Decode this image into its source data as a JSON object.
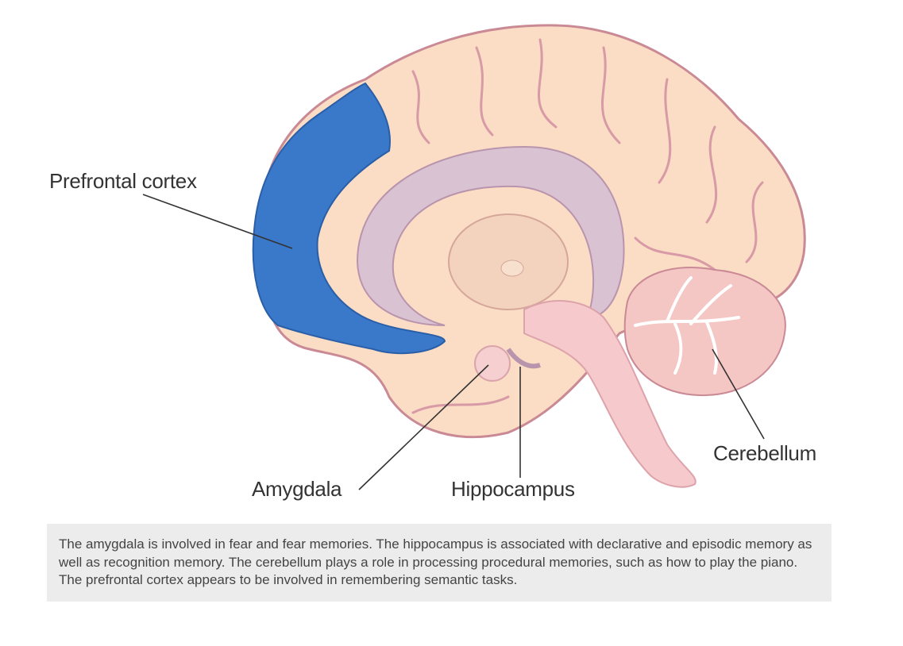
{
  "labels": {
    "prefrontal_cortex": "Prefrontal cortex",
    "amygdala": "Amygdala",
    "hippocampus": "Hippocampus",
    "cerebellum": "Cerebellum"
  },
  "caption": "The amygdala is involved in fear and fear memories. The hippocampus is associated with declarative and episodic memory as well as recognition memory. The cerebellum plays a role in processing procedural memories, such as how to play the piano. The prefrontal cortex appears to be involved in remembering semantic tasks.",
  "colors": {
    "cortex": "#fbdcc4",
    "cortex_outline": "#c98a96",
    "prefrontal": "#3a78c9",
    "limbic": "#d9c3d3",
    "brainstem": "#f6c9cc",
    "caption_bg": "#ececec"
  }
}
